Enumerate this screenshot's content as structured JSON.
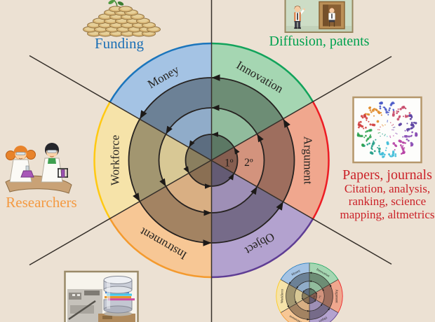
{
  "figure": {
    "background_color": "#ece1d3",
    "wheel": {
      "flow_direction": "counterclockwise",
      "ring_labels": [
        {
          "text": "1º",
          "radius": 25,
          "angle": -7
        },
        {
          "text": "2º",
          "radius": 53,
          "angle": -3
        }
      ],
      "sectors": [
        {
          "name": "Money",
          "mid_angle": 120,
          "fill": "#a4c3e4",
          "edge": "#1b75bc"
        },
        {
          "name": "Innovation",
          "mid_angle": 60,
          "fill": "#a5d6b2",
          "edge": "#12a35b"
        },
        {
          "name": "Argument",
          "mid_angle": 0,
          "fill": "#f0a78e",
          "edge": "#ed1c24"
        },
        {
          "name": "Object",
          "mid_angle": 300,
          "fill": "#b3a2cf",
          "edge": "#5f3d94"
        },
        {
          "name": "Instrument",
          "mid_angle": 240,
          "fill": "#f7c795",
          "edge": "#f49a2e"
        },
        {
          "name": "Workforce",
          "mid_angle": 180,
          "fill": "#f6e3a9",
          "edge": "#ffc913"
        }
      ]
    },
    "annotations": {
      "funding": {
        "label": "Funding",
        "color": "#1b6fb5",
        "icon": "coins-with-sprout-icon"
      },
      "diffusion": {
        "label": "Diffusion, patents",
        "color": "#00a14f",
        "icon": "businessmen-doorway-icon"
      },
      "papers": {
        "title": "Papers, journals",
        "lines": [
          "Citation, analysis,",
          "ranking, science",
          "mapping, altmetrics"
        ],
        "color": "#cb2229",
        "icon": "science-map-network-icon"
      },
      "researchers": {
        "label": "Researchers",
        "color": "#f49a42",
        "icon": "scientist-kids-icon"
      },
      "data_source": {
        "icon": "database-photo-icon"
      }
    }
  }
}
